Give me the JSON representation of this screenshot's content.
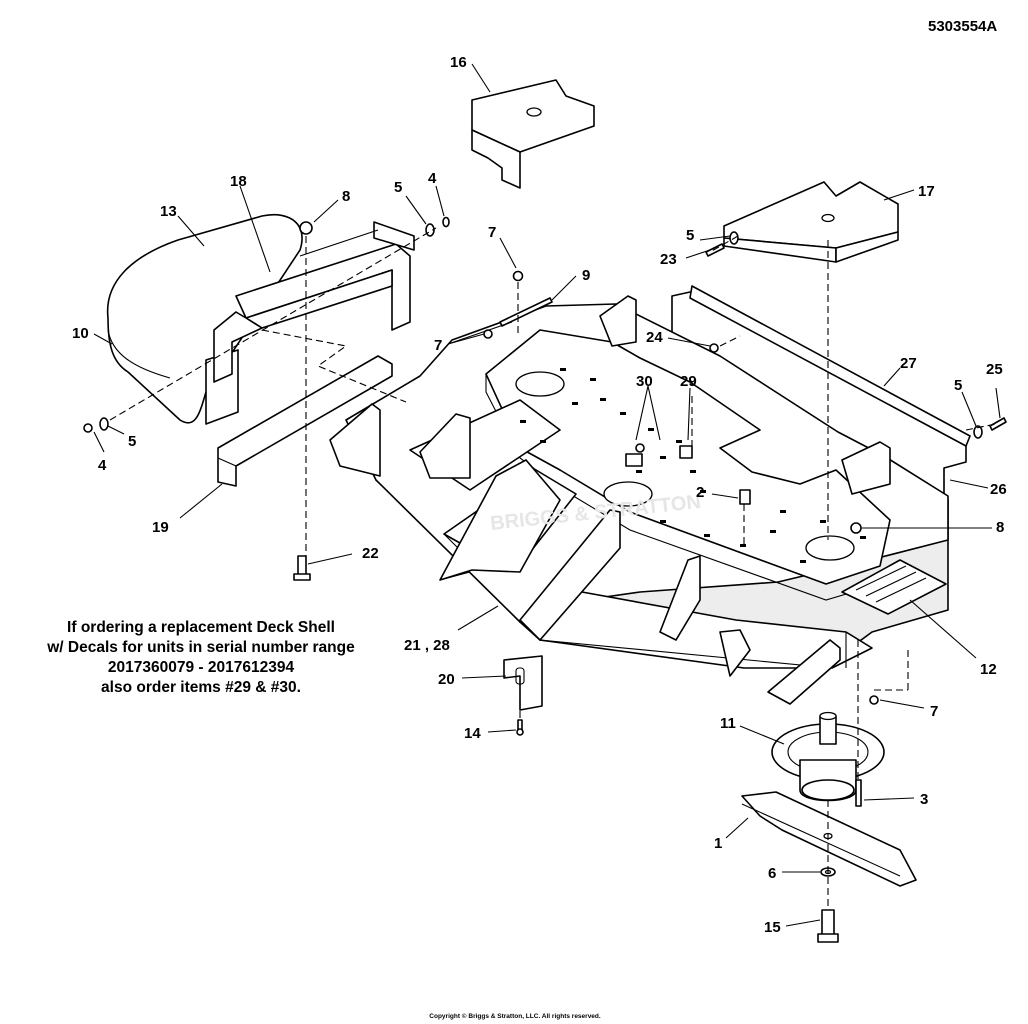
{
  "document_id": "5303554A",
  "note_lines": [
    "If ordering a replacement Deck Shell",
    "w/ Decals for units in serial number range",
    "2017360079 - 2017612394",
    "also order items #29 & #30."
  ],
  "copyright": "Copyright © Briggs & Stratton, LLC. All rights reserved.",
  "watermark": "BRIGGS & STRATTON",
  "callouts": [
    "16",
    "18",
    "13",
    "8",
    "5",
    "4",
    "7",
    "9",
    "17",
    "5",
    "23",
    "10",
    "7",
    "24",
    "30",
    "29",
    "27",
    "5",
    "25",
    "4",
    "5",
    "2",
    "26",
    "19",
    "8",
    "22",
    "21 , 28",
    "12",
    "20",
    "7",
    "14",
    "11",
    "3",
    "1",
    "6",
    "15"
  ]
}
